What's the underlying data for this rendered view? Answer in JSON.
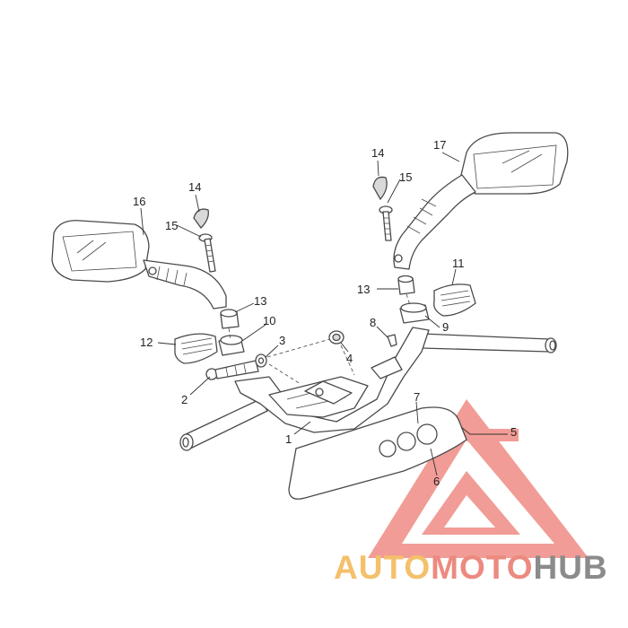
{
  "diagram": {
    "callouts": {
      "c1": "1",
      "c2": "2",
      "c3": "3",
      "c4": "4",
      "c5": "5",
      "c6": "6",
      "c7": "7",
      "c8": "8",
      "c9": "9",
      "c10": "10",
      "c11": "11",
      "c12": "12",
      "c13_left": "13",
      "c13_right": "13",
      "c14_left": "14",
      "c14_right": "14",
      "c15_left": "15",
      "c15_right": "15",
      "c16": "16",
      "c17": "17"
    }
  },
  "watermark": {
    "part_a": "AUTO",
    "part_b": "MOTO",
    "part_c": "HUB",
    "colors": {
      "auto": "#f4c06a",
      "moto": "#ec8a80",
      "hub": "#8b8b8b",
      "triangle": "#ef8b84"
    }
  }
}
